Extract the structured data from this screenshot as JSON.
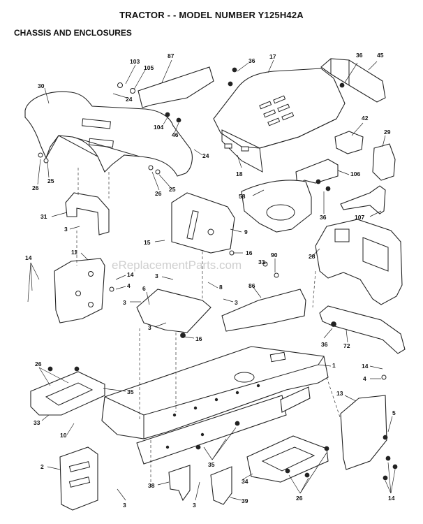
{
  "title": "TRACTOR - - MODEL NUMBER Y125H42A",
  "subtitle": "CHASSIS AND ENCLOSURES",
  "watermark": "eReplacementParts.com",
  "callouts": {
    "c103": "103",
    "c105": "105",
    "c87": "87",
    "c36a": "36",
    "c17": "17",
    "c36b": "36",
    "c45": "45",
    "c30": "30",
    "c24a": "24",
    "c104": "104",
    "c46": "46",
    "c42": "42",
    "c29": "29",
    "c24b": "24",
    "c18": "18",
    "c106": "106",
    "c26a": "26",
    "c25a": "25",
    "c26b": "26",
    "c25b": "25",
    "c58": "58",
    "c36c": "36",
    "c107": "107",
    "c31": "31",
    "c3a": "3",
    "c9": "9",
    "c15": "15",
    "c16a": "16",
    "c90": "90",
    "c33": "33",
    "c28": "28",
    "c11": "11",
    "c14a": "14",
    "c4a": "4",
    "c3b": "3",
    "c8": "8",
    "c86": "86",
    "c6": "6",
    "c3c": "3",
    "c3d": "3",
    "c3e": "3",
    "c16b": "16",
    "c36d": "36",
    "c72": "72",
    "c1": "1",
    "c14b": "14",
    "c4b": "4",
    "c26c": "26",
    "c35a": "35",
    "c13": "13",
    "c5": "5",
    "c33b": "33",
    "c10": "10",
    "c35b": "35",
    "c2": "2",
    "c34": "34",
    "c38": "38",
    "c3f": "3",
    "c39": "39",
    "c26d": "26",
    "c14c": "14",
    "c3g": "3"
  }
}
